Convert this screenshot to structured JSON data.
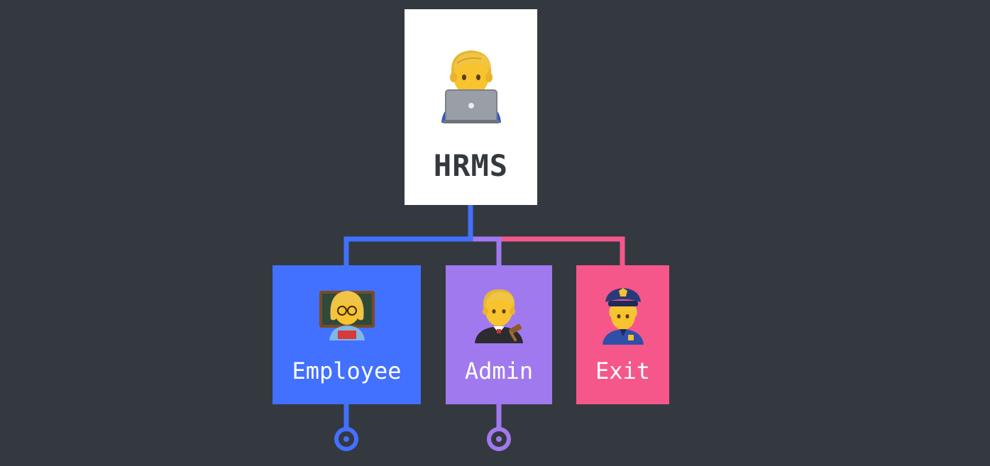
{
  "root": {
    "label": "HRMS",
    "icon": "technologist-icon",
    "background": "#ffffff",
    "text_color": "#343940"
  },
  "children": [
    {
      "label": "Employee",
      "icon": "teacher-icon",
      "color": "#4270ff",
      "has_endpoint": true
    },
    {
      "label": "Admin",
      "icon": "judge-icon",
      "color": "#a179ee",
      "has_endpoint": true
    },
    {
      "label": "Exit",
      "icon": "police-officer-icon",
      "color": "#f5578a",
      "has_endpoint": false
    }
  ],
  "colors": {
    "background": "#343940",
    "blue": "#4270ff",
    "purple": "#a179ee",
    "pink": "#f5578a"
  }
}
